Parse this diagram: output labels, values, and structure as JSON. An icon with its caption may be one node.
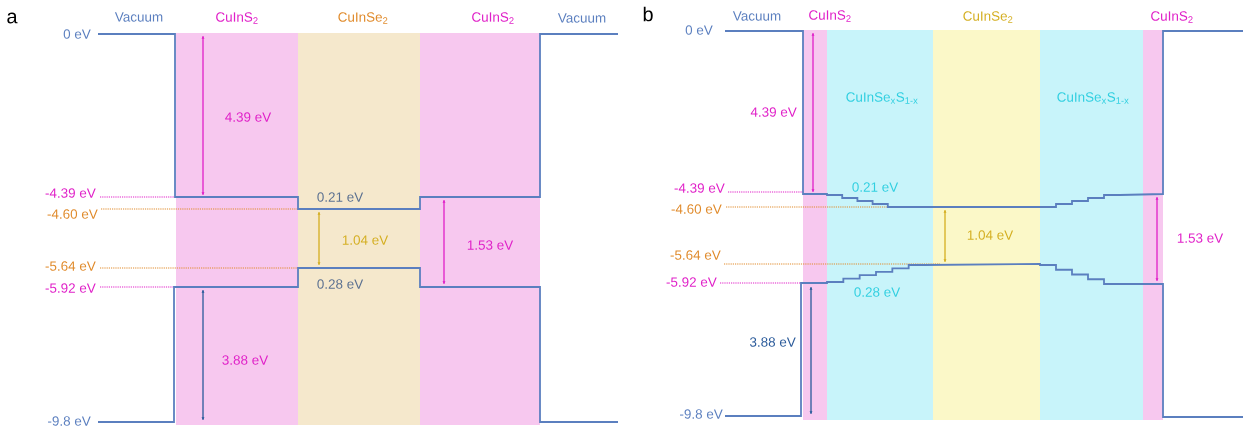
{
  "diagram": {
    "labels": [
      "a",
      "Vacuum",
      "CuInS$_{2}$",
      "CuInSe$_{2}$",
      "CuInS$_{2}$",
      "Vacuum",
      "0 eV",
      "4.39 eV",
      "-4.39 eV",
      "0.21 eV",
      "-4.60 eV",
      "1.04 eV",
      "1.53 eV",
      "-5.64 eV",
      "-5.92 eV",
      "0.28 eV",
      "3.88 eV",
      "-9.8 eV",
      "b",
      "Vacuum",
      "CuInS$_{2}$",
      "CuInSe$_{2}$",
      "CuInS$_{2}$",
      "0 eV",
      "CuInSe$_{x}$S$_{1-x}$",
      "CuInSe$_{x}$S$_{1-x}$",
      "4.39 eV",
      "-4.39 eV",
      "0.21 eV",
      "-4.60 eV",
      "1.04 eV",
      "1.53 eV",
      "-5.64 eV",
      "-5.92 eV",
      "0.28 eV",
      "3.88 eV",
      "-9.8 eV"
    ]
  }
}
